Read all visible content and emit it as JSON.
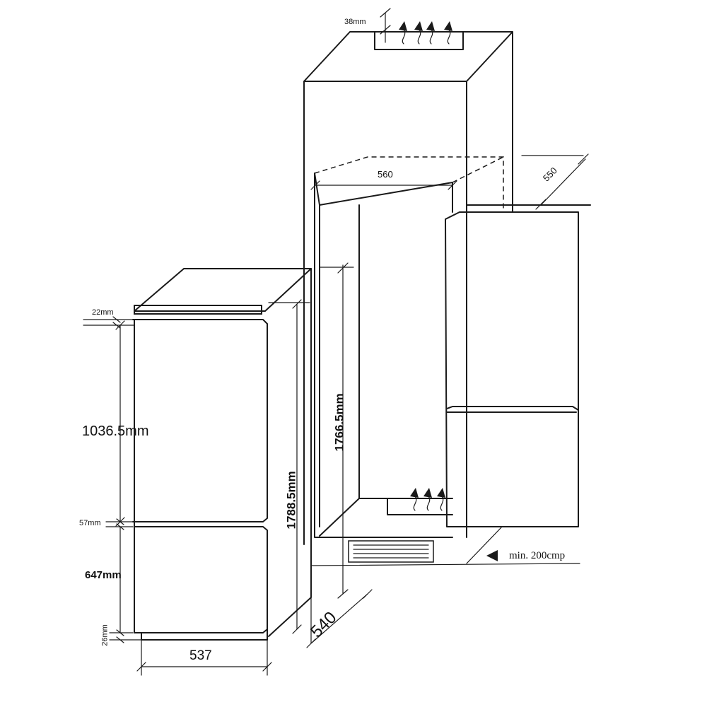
{
  "labels": {
    "top_gap": "38mm",
    "niche_width": "560",
    "niche_depth": "550",
    "appliance_top_gap": "22mm",
    "fridge_door_height": "1036.5mm",
    "niche_height": "1766.5mm",
    "appliance_height": "1788.5mm",
    "door_gap": "57mm",
    "freezer_door_height": "647mm",
    "bottom_gap": "26mm",
    "appliance_width": "537",
    "appliance_depth": "540",
    "ventilation_note": "min. 200cmp"
  },
  "icons": [
    "airflow-arrow-icon",
    "airflow-arrow-icon",
    "airflow-arrow-icon",
    "airflow-arrow-icon",
    "airflow-arrow-icon",
    "airflow-arrow-icon",
    "airflow-arrow-icon",
    "pointer-arrow-icon"
  ],
  "colors": {
    "line": "#1a1a1a",
    "background": "#ffffff"
  }
}
